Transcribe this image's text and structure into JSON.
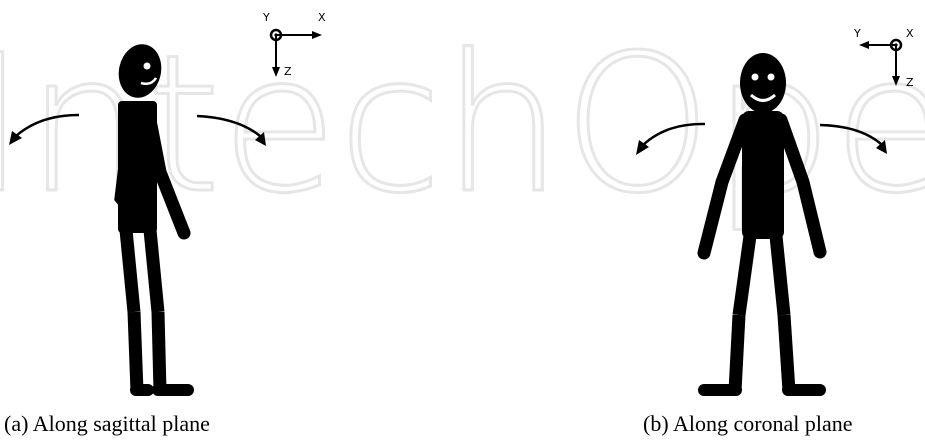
{
  "watermark": {
    "text": "IntechOpen"
  },
  "panels": [
    {
      "id": "a",
      "caption": "(a)  Along sagittal plane",
      "axes": {
        "horizontal": "X",
        "vertical": "Z",
        "out_of_plane": "Y"
      }
    },
    {
      "id": "b",
      "caption": "(b)  Along coronal plane",
      "axes": {
        "horizontal": "Y",
        "vertical": "Z",
        "out_of_plane": "X"
      }
    }
  ],
  "colors": {
    "figure": "#000000",
    "watermark": "#e6e6e6",
    "background": "#ffffff"
  }
}
